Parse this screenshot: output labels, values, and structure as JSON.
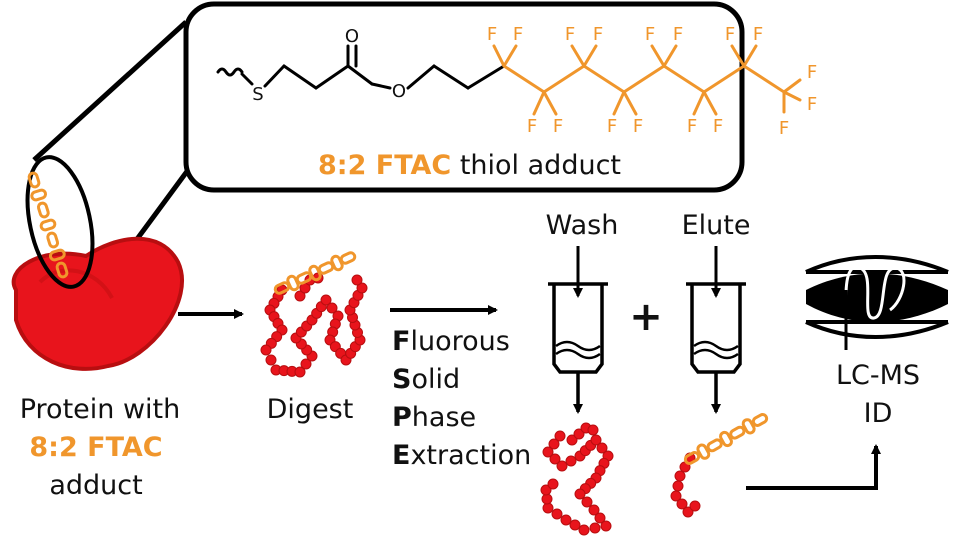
{
  "colors": {
    "orange": "#f0962c",
    "red": "#e8141c",
    "dark_red": "#b80e10",
    "black": "#000000"
  },
  "structure_box": {
    "F_symbol": "F",
    "S_symbol": "S",
    "O_symbol": "O",
    "caption_bold": "8:2 FTAC",
    "caption_rest": " thiol adduct"
  },
  "protein": {
    "line1": "Protein with",
    "line2": "8:2 FTAC",
    "line3": "adduct"
  },
  "digest_label": "Digest",
  "spe": {
    "items": [
      {
        "initial": "F",
        "rest": "luorous"
      },
      {
        "initial": "S",
        "rest": "olid"
      },
      {
        "initial": "P",
        "rest": "hase"
      },
      {
        "initial": "E",
        "rest": "xtraction"
      }
    ]
  },
  "wash_label": "Wash",
  "elute_label": "Elute",
  "plus_label": "+",
  "lcms": {
    "line1": "LC-MS",
    "line2": "ID"
  },
  "icons": [
    "chain-icon",
    "protein-blob-icon",
    "peptide-beads-icon",
    "spe-cartridge-icon",
    "lcms-column-icon"
  ]
}
